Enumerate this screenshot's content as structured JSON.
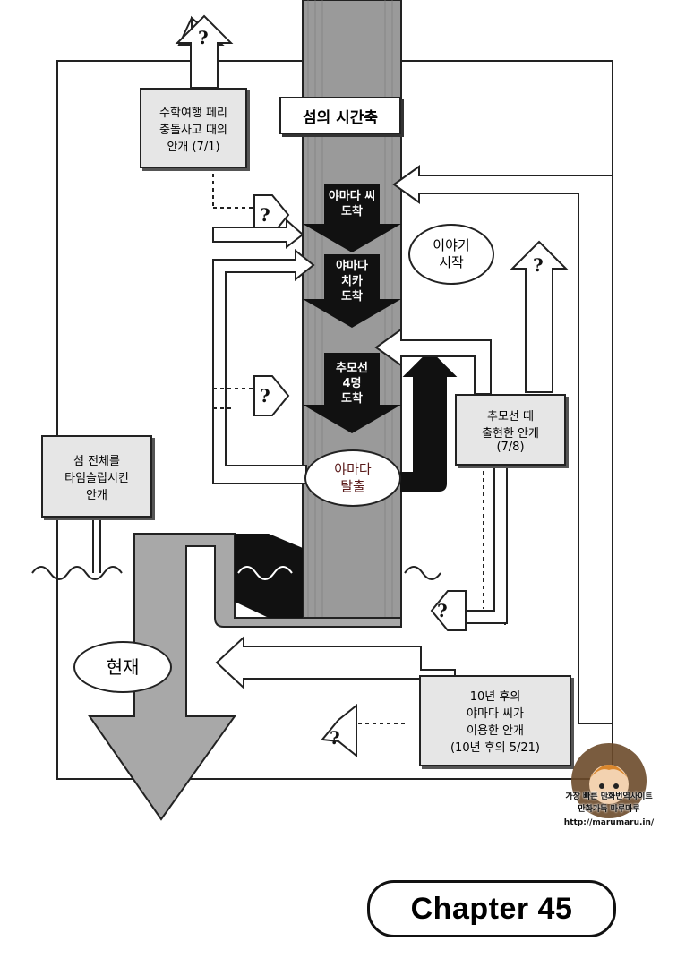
{
  "axis_title": "섬의 시간축",
  "arrivals": [
    {
      "lines": [
        "야마다 씨",
        "도착"
      ]
    },
    {
      "lines": [
        "야마다",
        "치카",
        "도착"
      ]
    },
    {
      "lines": [
        "추모선",
        "4명",
        "도착"
      ]
    }
  ],
  "story_start": {
    "lines": [
      "이야기",
      "시작"
    ]
  },
  "escape": {
    "lines": [
      "야마다",
      "탈출"
    ],
    "color": "#5a1a1a"
  },
  "present": "현재",
  "boxes": {
    "school_trip": {
      "lines": [
        "수학여행 페리",
        "충돌사고 때의",
        "안개 (7/1)"
      ]
    },
    "memorial_ship": {
      "lines": [
        "추모선 때",
        "출현한 안개",
        "(7/8)"
      ]
    },
    "island_timeslip": {
      "lines": [
        "섬 전체를",
        "타임슬립시킨",
        "안개"
      ]
    },
    "ten_years": {
      "lines": [
        "10년 후의",
        "야마다 씨가",
        "이용한 안개",
        "(10년 후의 5/21)"
      ]
    }
  },
  "question_mark": "?",
  "chapter": "Chapter 45",
  "watermark": {
    "line1": "가장 빠른 만화번역사이트",
    "line2": "만화가득 마루마루",
    "line3": "http://marumaru.in/"
  },
  "colors": {
    "axis_fill": "#9a9a9a",
    "present_arrow": "#a8a8a8",
    "arrow_dark": "#111111",
    "box_fill": "#e6e6e6"
  }
}
